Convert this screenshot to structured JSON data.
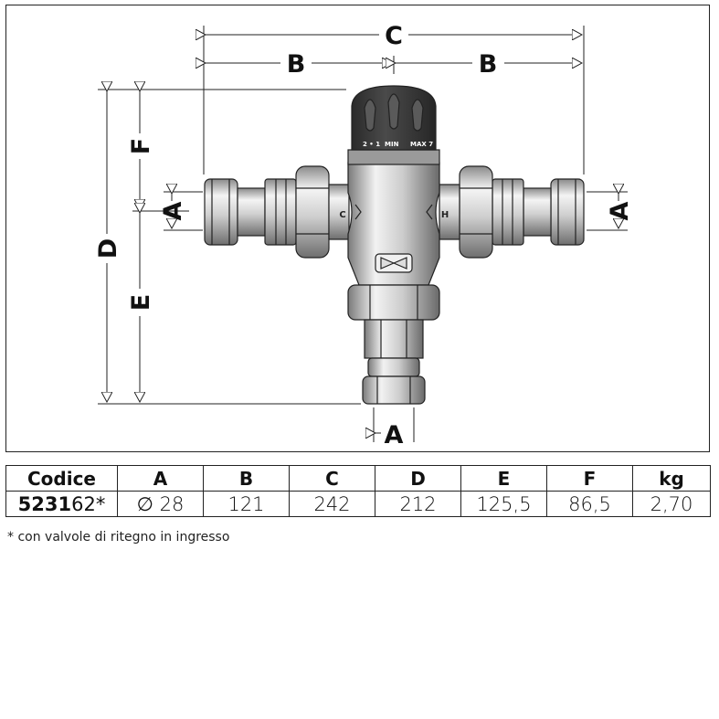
{
  "dimension_labels": {
    "c": "C",
    "b_left": "B",
    "b_right": "B",
    "d": "D",
    "e": "E",
    "f": "F",
    "a_left": "A",
    "a_right": "A",
    "a_bottom": "A"
  },
  "valve_markings": {
    "knob_scale_left": "2 • 1",
    "knob_scale_min": "MIN",
    "knob_scale_max": "MAX 7",
    "cold_port": "C",
    "hot_port": "H"
  },
  "table": {
    "headers": [
      "Codice",
      "A",
      "B",
      "C",
      "D",
      "E",
      "F",
      "kg"
    ],
    "row": {
      "code_bold": "5231",
      "code_rest": "62*",
      "a": "∅ 28",
      "b": "121",
      "c": "242",
      "d": "212",
      "e": "125,5",
      "f": "86,5",
      "kg": "2,70"
    }
  },
  "footnote": "* con valvole di ritegno in ingresso",
  "colors": {
    "line": "#222222",
    "metal_light": "#e6e6e6",
    "metal_mid": "#bdbdbd",
    "metal_dark": "#7a7a7a",
    "knob": "#3a3a3a"
  }
}
